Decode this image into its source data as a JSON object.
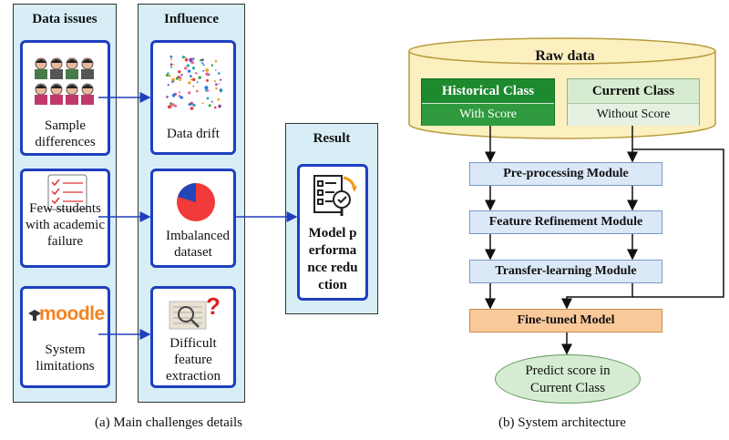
{
  "left": {
    "columns": {
      "data_issues": "Data issues",
      "influence": "Influence",
      "result": "Result"
    },
    "issues": [
      {
        "label": "Sample differences",
        "icon": "students-group-icon"
      },
      {
        "label": "Few students with academic failure",
        "icon": "checklist-clipboard-icon"
      },
      {
        "label": "System limitations",
        "icon": "moodle-logo",
        "logo_text": "moodle"
      }
    ],
    "influences": [
      {
        "label": "Data drift",
        "icon": "scattered-dots-icon"
      },
      {
        "label": "Imbalanced dataset",
        "icon": "pie-chart-icon"
      },
      {
        "label": "Difficult feature extraction",
        "icon": "magnifier-question-icon"
      }
    ],
    "result_label": "Model performance reduction",
    "caption": "(a) Main challenges details"
  },
  "right": {
    "raw_data": "Raw data",
    "historical_class": {
      "title": "Historical Class",
      "sub": "With Score"
    },
    "current_class": {
      "title": "Current Class",
      "sub": "Without Score"
    },
    "modules": {
      "preprocessing": "Pre-processing Module",
      "feature_refinement": "Feature Refinement Module",
      "transfer_learning": "Transfer-learning Module",
      "fine_tuned": "Fine-tuned Model"
    },
    "predict": "Predict score in Current Class",
    "caption": "(b) System architecture"
  },
  "colors": {
    "panel_bg": "#d7eef7",
    "card_border": "#1f3fbf",
    "historical_bg": "#1e8a2e",
    "current_bg": "#d6ebcf",
    "module_bg": "#dbe8f8",
    "finetuned_bg": "#f9c99a",
    "predict_bg": "#d6ecd2",
    "cylinder_bg": "#fcefc0"
  }
}
